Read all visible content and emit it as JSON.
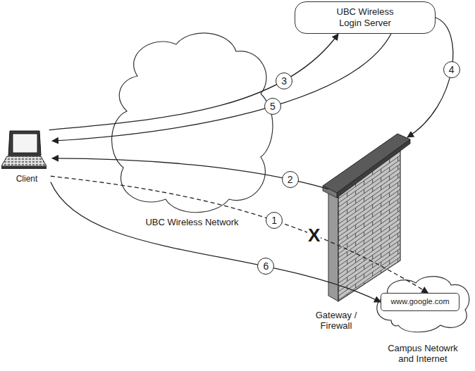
{
  "diagram": {
    "nodes": [
      {
        "text": [
          "UBC Wireless Login Server"
        ]
      },
      {
        "text": [
          "Client"
        ]
      },
      {
        "text": [
          "UBC Wireless Network"
        ]
      },
      {
        "text": [
          "Gateway / Firewall"
        ]
      },
      {
        "text": [
          "Campus Netowrk and Internet"
        ]
      },
      {
        "text": [
          "www.google.com"
        ],
        "in": 4
      }
    ],
    "edges": [
      {
        "from": 1,
        "to": 5,
        "arrow": "to",
        "label": "1"
      },
      {
        "from": 3,
        "to": 1,
        "arrow": "to",
        "label": "2"
      },
      {
        "from": 1,
        "to": 0,
        "arrow": "to",
        "label": "3"
      },
      {
        "from": 0,
        "to": 3,
        "arrow": "to",
        "label": "4"
      },
      {
        "from": 0,
        "to": 1,
        "arrow": "to",
        "label": "5"
      },
      {
        "from": 1,
        "to": 5,
        "arrow": "to",
        "label": "6"
      }
    ],
    "labels": [
      "X"
    ]
  }
}
